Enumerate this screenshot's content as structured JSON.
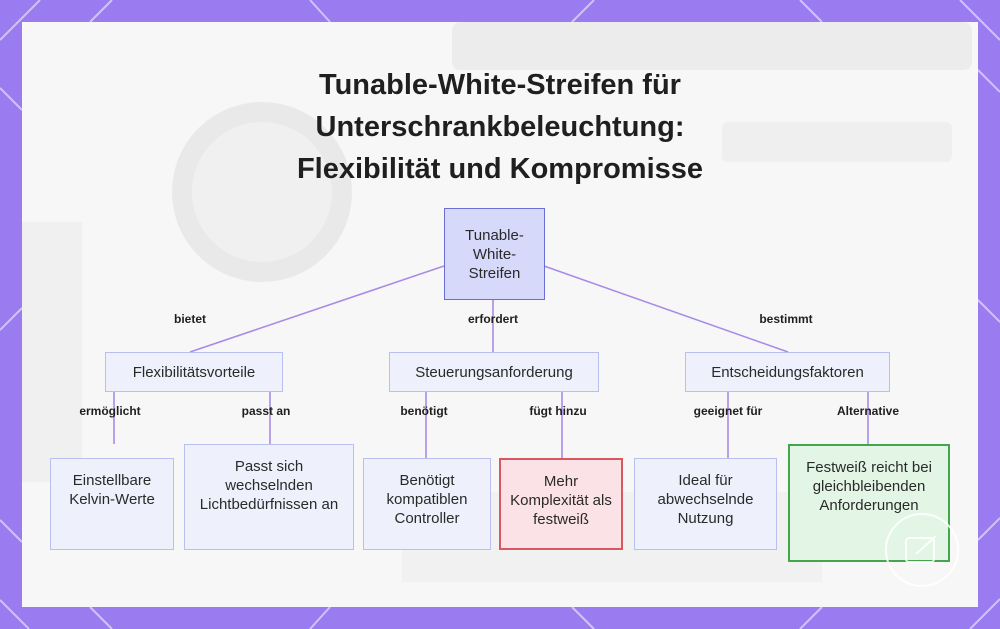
{
  "title": "Tunable-White-Streifen für\nUnterschrankbeleuchtung:\nFlexibilität und Kompromisse",
  "colors": {
    "frame": "#9a7bf0",
    "line": "#a98be6",
    "root_fill": "#d6d9fa",
    "root_border": "#6a6fd6",
    "node_fill": "#eef0fb",
    "node_border": "#b9bff0",
    "warning_fill": "#fbe2e6",
    "warning_border": "#d7585e",
    "alt_fill": "#e3f6e5",
    "alt_border": "#43a64d"
  },
  "root": {
    "label": "Tunable-White-Streifen"
  },
  "branches": [
    {
      "edge_label": "bietet",
      "label": "Flexibilitätsvorteile",
      "children": [
        {
          "edge_label": "ermöglicht",
          "label": "Einstellbare Kelvin-Werte"
        },
        {
          "edge_label": "passt an",
          "label": "Passt sich wechselnden Lichtbedürfnissen an"
        }
      ]
    },
    {
      "edge_label": "erfordert",
      "label": "Steuerungsanforderung",
      "children": [
        {
          "edge_label": "benötigt",
          "label": "Benötigt kompatiblen Controller"
        },
        {
          "edge_label": "fügt hinzu",
          "label": "Mehr Komplexität als festweiß"
        }
      ]
    },
    {
      "edge_label": "bestimmt",
      "label": "Entscheidungsfaktoren",
      "children": [
        {
          "edge_label": "geeignet für",
          "label": "Ideal für abwechselnde Nutzung"
        },
        {
          "edge_label": "Alternative",
          "label": "Festweiß reicht bei gleichbleibenden Anforderungen"
        }
      ]
    }
  ]
}
